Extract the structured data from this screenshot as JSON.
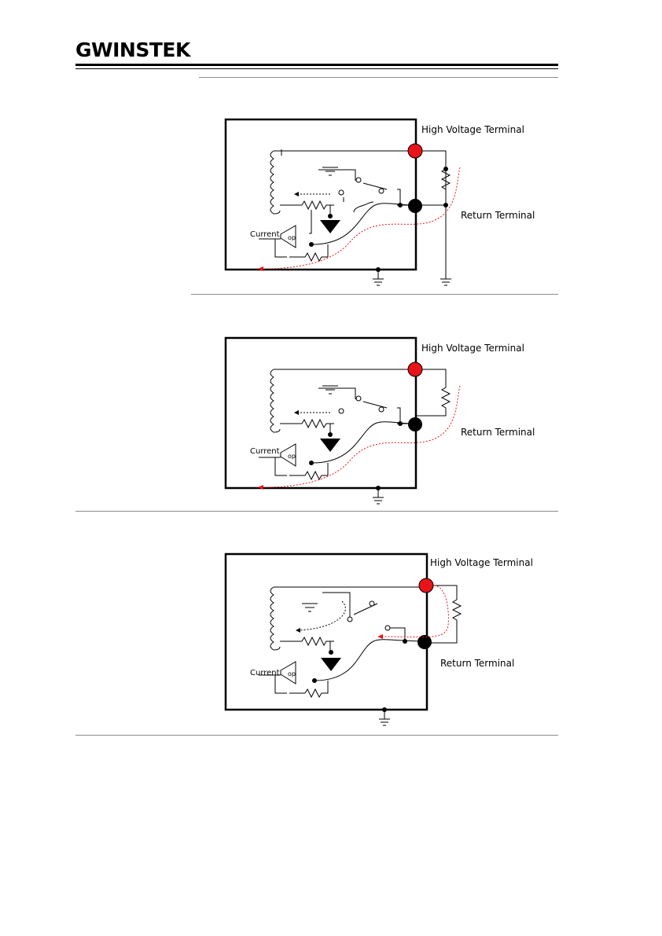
{
  "header": {
    "brand": "GWINSTEK"
  },
  "diagrams": [
    {
      "hv_label": "High Voltage Terminal",
      "return_label": "Return Terminal",
      "current_label": "Current",
      "op_label": "op"
    },
    {
      "hv_label": "High Voltage Terminal",
      "return_label": "Return Terminal",
      "current_label": "Current",
      "op_label": "op"
    },
    {
      "hv_label": "High Voltage Terminal",
      "return_label": "Return Terminal",
      "current_label": "Current",
      "op_label": "op"
    }
  ],
  "colors": {
    "terminal_hv": "#e8141a",
    "leak_path": "#e8141a",
    "ink": "#000000"
  }
}
